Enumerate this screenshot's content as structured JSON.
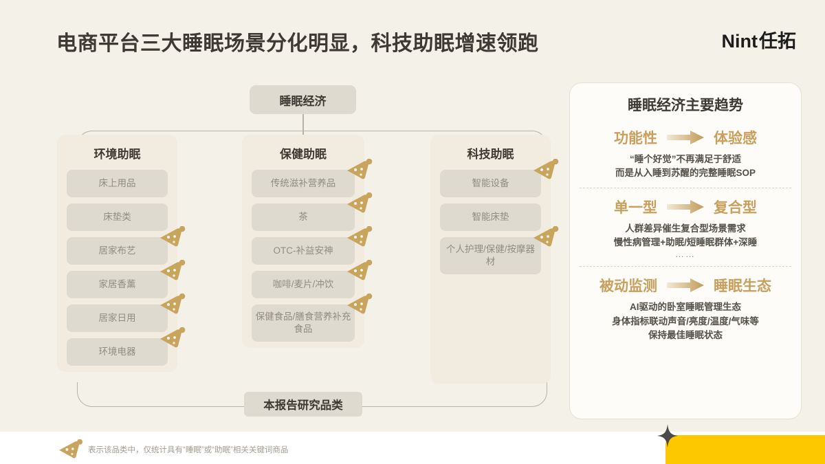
{
  "header": {
    "title": "电商平台三大睡眠场景分化明显，科技助眠增速领跑",
    "logo_en": "Nint",
    "logo_cn": "任拓"
  },
  "diagram": {
    "root_label": "睡眠经济",
    "study_label": "本报告研究品类",
    "columns": [
      {
        "title": "环境助眠",
        "items": [
          {
            "label": "床上用品",
            "marker": false,
            "lines": 1
          },
          {
            "label": "床垫类",
            "marker": false,
            "lines": 1
          },
          {
            "label": "居家布艺",
            "marker": true,
            "lines": 1
          },
          {
            "label": "家居香薰",
            "marker": true,
            "lines": 1
          },
          {
            "label": "居家日用",
            "marker": true,
            "lines": 1
          },
          {
            "label": "环境电器",
            "marker": true,
            "lines": 1
          }
        ]
      },
      {
        "title": "保健助眠",
        "items": [
          {
            "label": "传统滋补营养品",
            "marker": true,
            "lines": 1
          },
          {
            "label": "茶",
            "marker": true,
            "lines": 1
          },
          {
            "label": "OTC-补益安神",
            "marker": true,
            "lines": 1
          },
          {
            "label": "咖啡/麦片/冲饮",
            "marker": true,
            "lines": 1
          },
          {
            "label": "保健食品/膳食营养补充食品",
            "marker": true,
            "lines": 2
          }
        ]
      },
      {
        "title": "科技助眠",
        "items": [
          {
            "label": "智能设备",
            "marker": true,
            "lines": 1
          },
          {
            "label": "智能床垫",
            "marker": false,
            "lines": 1
          },
          {
            "label": "个人护理/保健/按摩器材",
            "marker": true,
            "lines": 2
          }
        ]
      }
    ]
  },
  "panel": {
    "title": "睡眠经济主要趋势",
    "trends": [
      {
        "from": "功能性",
        "to": "体验感",
        "desc": "“睡个好觉”不再满足于舒适\n而是从入睡到苏醒的完整睡眠SOP",
        "dots": ""
      },
      {
        "from": "单一型",
        "to": "复合型",
        "desc": "人群差异催生复合型场景需求\n慢性病管理+助眠/短睡眠群体+深睡",
        "dots": "……"
      },
      {
        "from": "被动监测",
        "to": "睡眠生态",
        "desc": "AI驱动的卧室睡眠管理生态\n身体指标联动声音/亮度/温度/气味等\n保持最佳睡眠状态",
        "dots": ""
      }
    ]
  },
  "footer": {
    "note": "表示该品类中，仅统计具有“睡眠”或“助眠”相关关键词商品"
  },
  "colors": {
    "background": "#f4f1e9",
    "column_bg": "#f2ebe0",
    "chip_bg": "#dedad0",
    "accent_gold": "#c89f5c",
    "marker_gold": "#c9a45c",
    "text_dark": "#3e3a33",
    "text_muted": "#918c82",
    "panel_bg": "#fdfcf9",
    "yellow": "#fec800"
  }
}
